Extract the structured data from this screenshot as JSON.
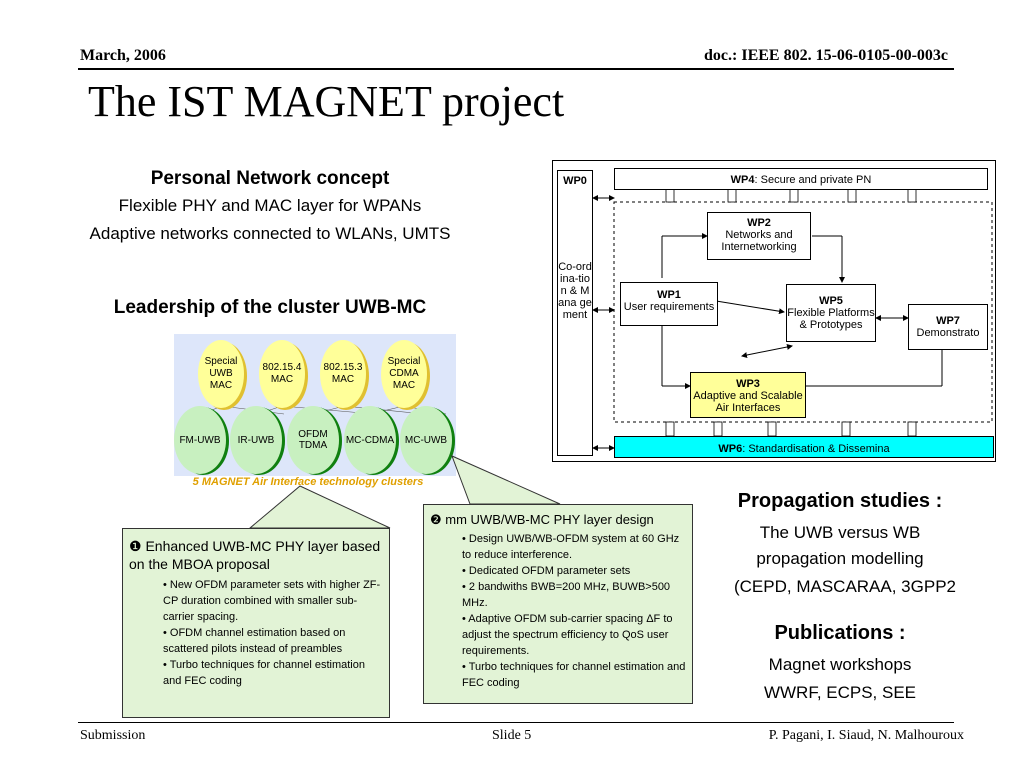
{
  "header": {
    "date": "March, 2006",
    "doc": "doc.: IEEE 802. 15-06-0105-00-003c"
  },
  "title": "The IST MAGNET project",
  "left": {
    "pn_title": "Personal Network concept",
    "pn_line1": "Flexible PHY and MAC layer for WPANs",
    "pn_line2": "Adaptive networks connected to WLANs, UMTS",
    "cluster_title": "Leadership of the cluster UWB-MC"
  },
  "cluster": {
    "mac": [
      "Special UWB MAC",
      "802.15.4 MAC",
      "802.15.3 MAC",
      "Special CDMA MAC"
    ],
    "phy": [
      "FM-UWB",
      "IR-UWB",
      "OFDM TDMA",
      "MC-CDMA",
      "MC-UWB"
    ],
    "caption": "5 MAGNET Air Interface technology clusters"
  },
  "callout1": {
    "title": "❶ Enhanced UWB-MC PHY layer based on the MBOA proposal",
    "items": [
      "• New OFDM parameter sets with higher ZF-CP duration combined with smaller sub-carrier spacing.",
      "• OFDM channel estimation based on scattered pilots instead of preambles",
      "• Turbo techniques for channel estimation and FEC coding"
    ]
  },
  "callout2": {
    "title": "❷ mm UWB/WB-MC PHY layer design",
    "items": [
      "•  Design UWB/WB-OFDM system at 60 GHz to reduce interference.",
      "• Dedicated  OFDM parameter sets",
      "• 2  bandwiths BWB=200 MHz, BUWB>500 MHz.",
      "• Adaptive OFDM sub-carrier spacing ΔF to adjust the spectrum efficiency to QoS user requirements.",
      "• Turbo techniques for channel estimation and FEC coding"
    ]
  },
  "wp": {
    "wp0": "WP0",
    "wp0_text": "Co-ordina-tion & Mana ge ment",
    "wp4": "WP4",
    "wp4_text": ": Secure and private PN",
    "wp2": "WP2",
    "wp2_text": "Networks and Internetworking",
    "wp1": "WP1",
    "wp1_text": "User requirements",
    "wp5": "WP5",
    "wp5_text": "Flexible Platforms & Prototypes",
    "wp7": "WP7",
    "wp7_text": "Demonstrato",
    "wp3": "WP3",
    "wp3_text": "Adaptive and Scalable Air Interfaces",
    "wp6": "WP6",
    "wp6_text": ": Standardisation & Dissemina"
  },
  "right": {
    "prop_title": "Propagation studies :",
    "prop_l1": "The UWB versus WB",
    "prop_l2": "propagation modelling",
    "prop_l3": "(CEPD, MASCARAA, 3GPP2",
    "pub_title": "Publications :",
    "pub_l1": "Magnet workshops",
    "pub_l2": "WWRF, ECPS, SEE"
  },
  "footer": {
    "left": "Submission",
    "center": "Slide 5",
    "right": "P. Pagani, I. Siaud, N. Malhouroux"
  },
  "colors": {
    "callout_bg": "#e2f3d6",
    "wp3_bg": "#ffff99",
    "wp6_bg": "#00ffff",
    "ellipse_bg": "#ffff99",
    "green": "#c8f0c0"
  }
}
